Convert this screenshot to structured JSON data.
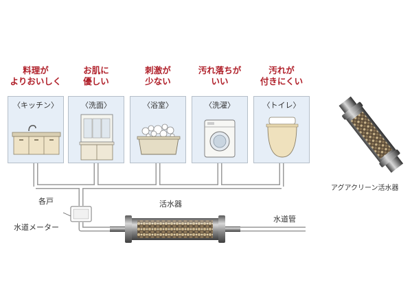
{
  "benefits": [
    {
      "line1": "料理が",
      "line2": "よりおいしく"
    },
    {
      "line1": "お肌に",
      "line2": "優しい"
    },
    {
      "line1": "刺激が",
      "line2": "少ない"
    },
    {
      "line1": "汚れ落ちが",
      "line2": "いい"
    },
    {
      "line1": "汚れが",
      "line2": "付きにくい"
    }
  ],
  "rooms": [
    {
      "label": "〈キッチン〉",
      "icon": "kitchen-sink-icon"
    },
    {
      "label": "〈洗面〉",
      "icon": "washstand-icon"
    },
    {
      "label": "〈浴室〉",
      "icon": "bathtub-icon"
    },
    {
      "label": "〈洗濯〉",
      "icon": "washing-machine-icon"
    },
    {
      "label": "〈トイレ〉",
      "icon": "toilet-icon"
    }
  ],
  "labels": {
    "meter_line1": "各戸",
    "meter_line2": "水道メーター",
    "purifier": "活水器",
    "water_pipe": "水道管",
    "product_caption": "アグアクリーン活水器"
  },
  "colors": {
    "benefit_text": "#b0202a",
    "room_bg": "#e6eef7",
    "pipe": "#c8c8c8"
  }
}
